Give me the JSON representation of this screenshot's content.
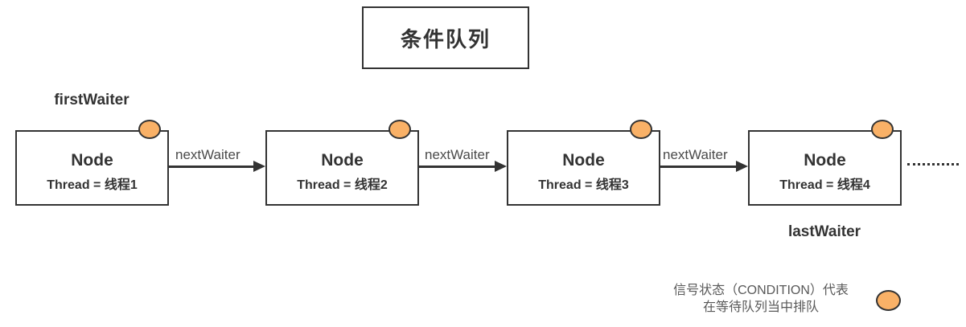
{
  "diagram": {
    "title": "条件队列",
    "first_waiter_label": "firstWaiter",
    "last_waiter_label": "lastWaiter",
    "edge_label": "nextWaiter",
    "nodes": [
      {
        "name": "Node",
        "thread": "Thread = 线程1"
      },
      {
        "name": "Node",
        "thread": "Thread = 线程2"
      },
      {
        "name": "Node",
        "thread": "Thread = 线程3"
      },
      {
        "name": "Node",
        "thread": "Thread = 线程4"
      }
    ],
    "legend": {
      "line1": "信号状态（CONDITION）代表",
      "line2": "在等待队列当中排队"
    },
    "icons": {
      "condition_marker": "orange-circle",
      "continuation": "dotted-line"
    },
    "colors": {
      "marker_fill": "#F9B167",
      "line_and_border": "#333333",
      "node_text": "#333333",
      "edge_label_text": "#4A4A4A",
      "legend_text": "#595959",
      "background": "#FFFFFF"
    }
  }
}
